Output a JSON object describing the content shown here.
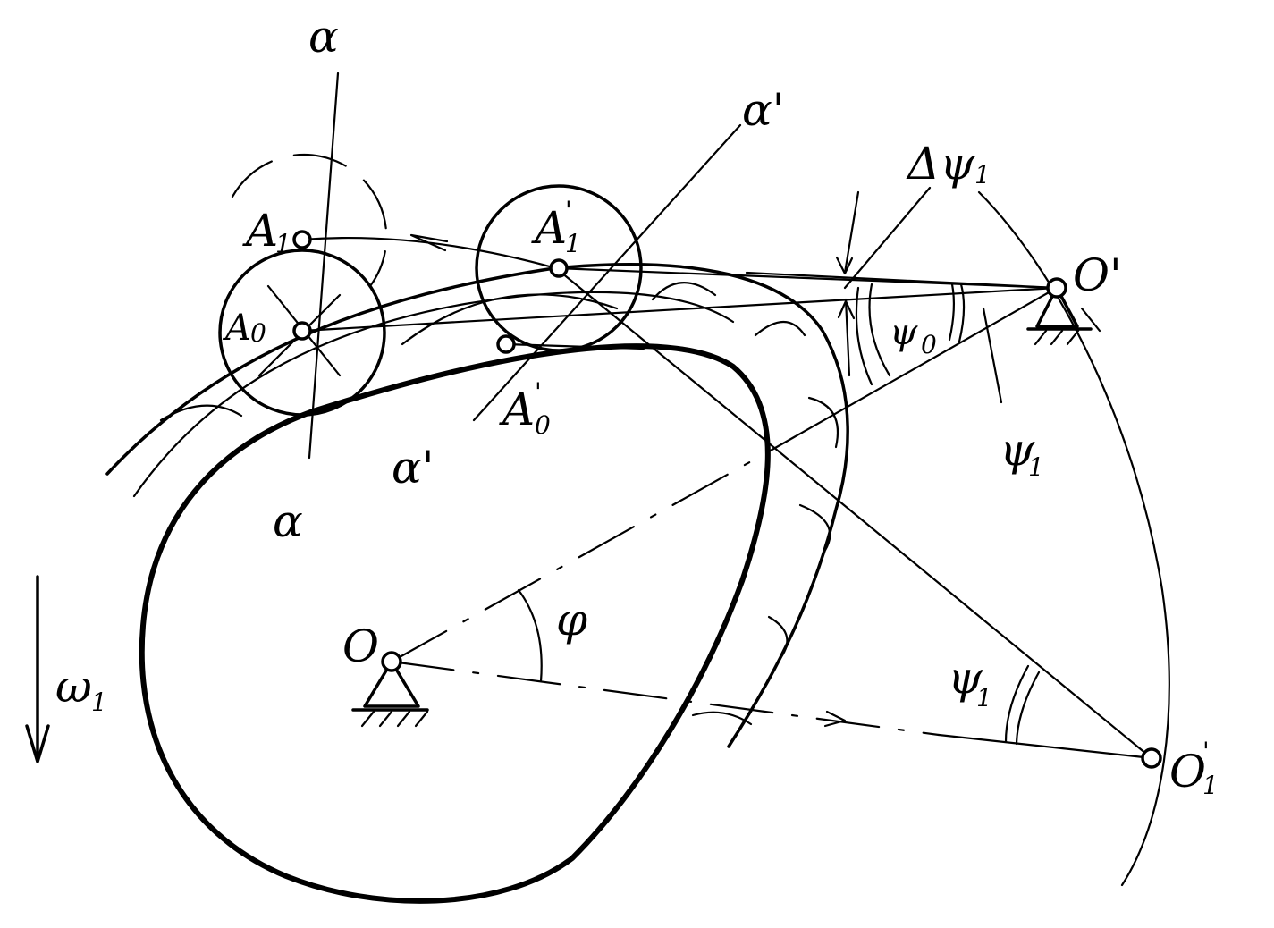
{
  "colors": {
    "ink": "#000000",
    "background": "#ffffff"
  },
  "labels": {
    "alpha_top": "α",
    "alpha_bottom": "α",
    "alpha_prime_top": "α'",
    "alpha_prime_bottom": "α'",
    "A1": "A",
    "A1_sub": "1",
    "A0": "A",
    "A0_sub": "0",
    "A1_prime": "A",
    "A1_prime_sup": "'",
    "A1_prime_sub": "1",
    "A0_prime": "A",
    "A0_prime_sup": "'",
    "A0_prime_sub": "0",
    "delta_psi1": "Δψ",
    "delta_psi1_sub": "1",
    "O_prime": "O'",
    "psi0": "ψ",
    "psi0_sub": "0",
    "psi1_upper": "ψ",
    "psi1_upper_sub": "1",
    "phi": "φ",
    "O": "O",
    "omega1": "ω",
    "omega1_sub": "1",
    "psi1_lower": "ψ",
    "psi1_lower_sub": "1",
    "O1_prime": "O",
    "O1_prime_sup": "'",
    "O1_prime_sub": "1"
  }
}
